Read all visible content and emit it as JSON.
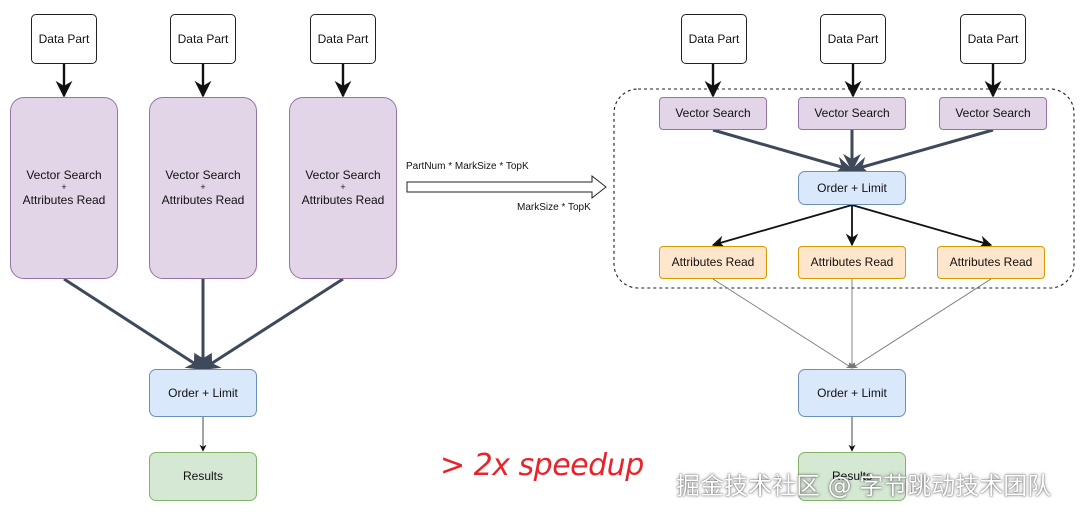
{
  "left": {
    "data_parts": [
      "Data Part",
      "Data Part",
      "Data Part"
    ],
    "stages": [
      {
        "line1": "Vector Search",
        "plus": "+",
        "line2": "Attributes Read"
      },
      {
        "line1": "Vector Search",
        "plus": "+",
        "line2": "Attributes Read"
      },
      {
        "line1": "Vector Search",
        "plus": "+",
        "line2": "Attributes Read"
      }
    ],
    "order_limit": "Order + Limit",
    "results": "Results"
  },
  "transition": {
    "top_label": "PartNum * MarkSize * TopK",
    "bottom_label": "MarkSize * TopK"
  },
  "right": {
    "data_parts": [
      "Data Part",
      "Data Part",
      "Data Part"
    ],
    "vector_search": [
      "Vector Search",
      "Vector Search",
      "Vector Search"
    ],
    "inner_order_limit": "Order + Limit",
    "attributes_read": [
      "Attributes Read",
      "Attributes Read",
      "Attributes Read"
    ],
    "order_limit": "Order + Limit",
    "results": "Results"
  },
  "speedup": "> 2x speedup",
  "watermark": "掘金技术社区 @ 字节跳动技术团队",
  "colors": {
    "purple_fill": "#e1d5e7",
    "purple_stroke": "#9673a6",
    "blue_fill": "#dae8fc",
    "blue_stroke": "#6c8ebf",
    "orange_fill": "#ffe6cc",
    "orange_stroke": "#d79b00",
    "green_fill": "#d5e8d4",
    "green_stroke": "#82b366",
    "accent_red": "#e8232a"
  }
}
